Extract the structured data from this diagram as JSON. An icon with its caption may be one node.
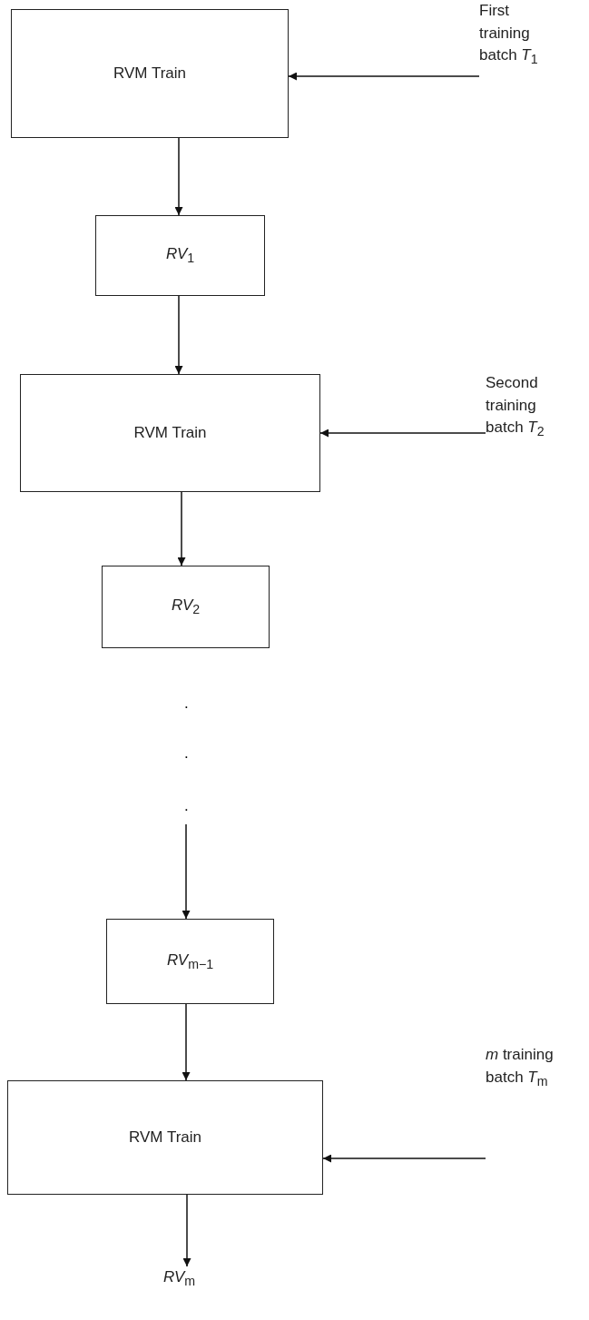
{
  "diagram": {
    "nodes": [
      {
        "text": [
          "RVM Train"
        ]
      },
      {
        "text": [
          "First training batch *T*$_{1}$"
        ]
      },
      {
        "text": [
          "*RV*$_{1}$"
        ]
      },
      {
        "text": [
          "RVM Train"
        ]
      },
      {
        "text": [
          "Second training batch *T*$_{2}$"
        ]
      },
      {
        "text": [
          "*RV*$_{2}$"
        ]
      },
      {
        "text": [
          "*RV*$_{m−1}$"
        ]
      },
      {
        "text": [
          "RVM Train"
        ]
      },
      {
        "text": [
          "*m* training batch *T*$_{m}$"
        ]
      },
      {
        "text": [
          "*RV*$_{m}$"
        ]
      }
    ],
    "edges": [
      {
        "from": 1,
        "to": 0,
        "arrow": "to"
      },
      {
        "from": 0,
        "to": 2,
        "arrow": "to"
      },
      {
        "from": 2,
        "to": 3,
        "arrow": "to"
      },
      {
        "from": 4,
        "to": 3,
        "arrow": "to"
      },
      {
        "from": 3,
        "to": 5,
        "arrow": "to"
      },
      {
        "from": null,
        "to": 6,
        "arrow": "to"
      },
      {
        "from": 6,
        "to": 7,
        "arrow": "to"
      },
      {
        "from": 8,
        "to": 7,
        "arrow": "to"
      },
      {
        "from": 7,
        "to": 9,
        "arrow": "to"
      }
    ],
    "labels": [
      ".",
      ".",
      "."
    ]
  }
}
